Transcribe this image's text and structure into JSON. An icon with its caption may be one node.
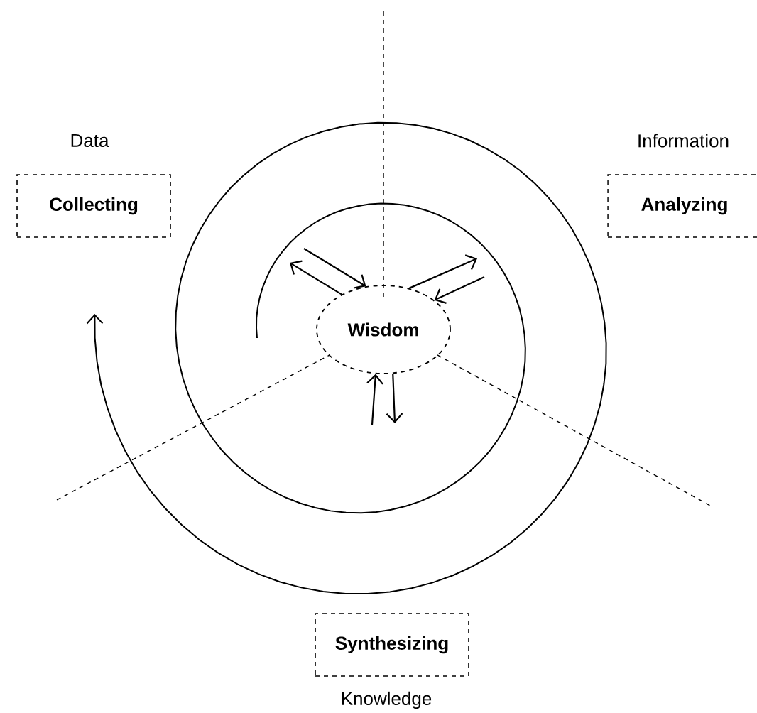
{
  "diagram": {
    "nodes": [
      {
        "text": [
          "Collecting"
        ],
        "beside": [
          "Data"
        ]
      },
      {
        "text": [
          "Analyzing"
        ],
        "beside": [
          "Information"
        ]
      },
      {
        "text": [
          "Wisdom"
        ]
      },
      {
        "text": [
          "Synthesizing"
        ],
        "beside": [
          "Knowledge"
        ]
      }
    ],
    "edges": [
      {
        "from": 2,
        "to": null,
        "arrow": "to"
      },
      {
        "from": null,
        "to": 2,
        "arrow": "to"
      },
      {
        "from": 2,
        "to": null,
        "arrow": "to"
      },
      {
        "from": null,
        "to": 2,
        "arrow": "to"
      },
      {
        "from": null,
        "to": 2,
        "arrow": "to"
      },
      {
        "from": 2,
        "to": null,
        "arrow": "to"
      }
    ]
  }
}
